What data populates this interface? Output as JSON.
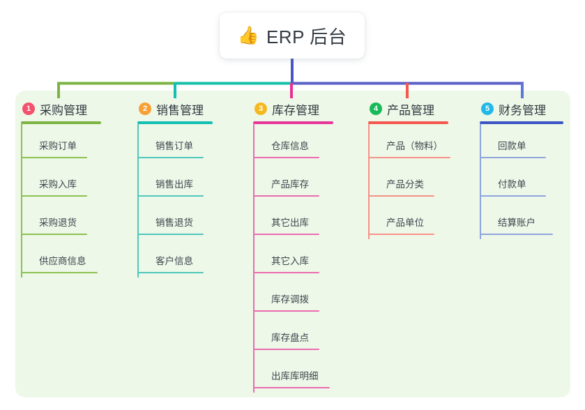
{
  "diagram": {
    "type": "org-chart",
    "root": {
      "icon": "thumbs-up-emoji",
      "emoji": "👍",
      "title": "ERP 后台"
    },
    "panel_color": "#eef8e8",
    "bus_colors": {
      "segment_1": "#7cb342",
      "segment_2": "#16bfa8",
      "segment_3": "#5b5fc7",
      "root_drop": "#4a55c4"
    },
    "columns": [
      {
        "number": "1",
        "title": "采购管理",
        "badge_color": "#f4516c",
        "rule_color": "#7cb342",
        "line_color": "#8cc152",
        "drop_color": "#7cb342",
        "items": [
          "采购订单",
          "采购入库",
          "采购退货",
          "供应商信息"
        ]
      },
      {
        "number": "2",
        "title": "销售管理",
        "badge_color": "#f8a035",
        "rule_color": "#12bfb2",
        "line_color": "#4fc7bd",
        "drop_color": "#12bfb2",
        "items": [
          "销售订单",
          "销售出库",
          "销售退货",
          "客户信息"
        ]
      },
      {
        "number": "3",
        "title": "库存管理",
        "badge_color": "#f5b820",
        "rule_color": "#e8379b",
        "line_color": "#eb6bb0",
        "drop_color": "#ea2f93",
        "items": [
          "仓库信息",
          "产品库存",
          "其它出库",
          "其它入库",
          "库存调拨",
          "库存盘点",
          "出库库明细"
        ]
      },
      {
        "number": "4",
        "title": "产品管理",
        "badge_color": "#18ba5a",
        "rule_color": "#f4584f",
        "line_color": "#f59289",
        "drop_color": "#f4584f",
        "items": [
          "产品（物料）",
          "产品分类",
          "产品单位"
        ]
      },
      {
        "number": "5",
        "title": "财务管理",
        "badge_color": "#22b8e8",
        "rule_color": "#3b55c4",
        "line_color": "#8fa4dd",
        "drop_color": "#5b79d6",
        "items": [
          "回款单",
          "付款单",
          "结算账户"
        ]
      }
    ]
  }
}
